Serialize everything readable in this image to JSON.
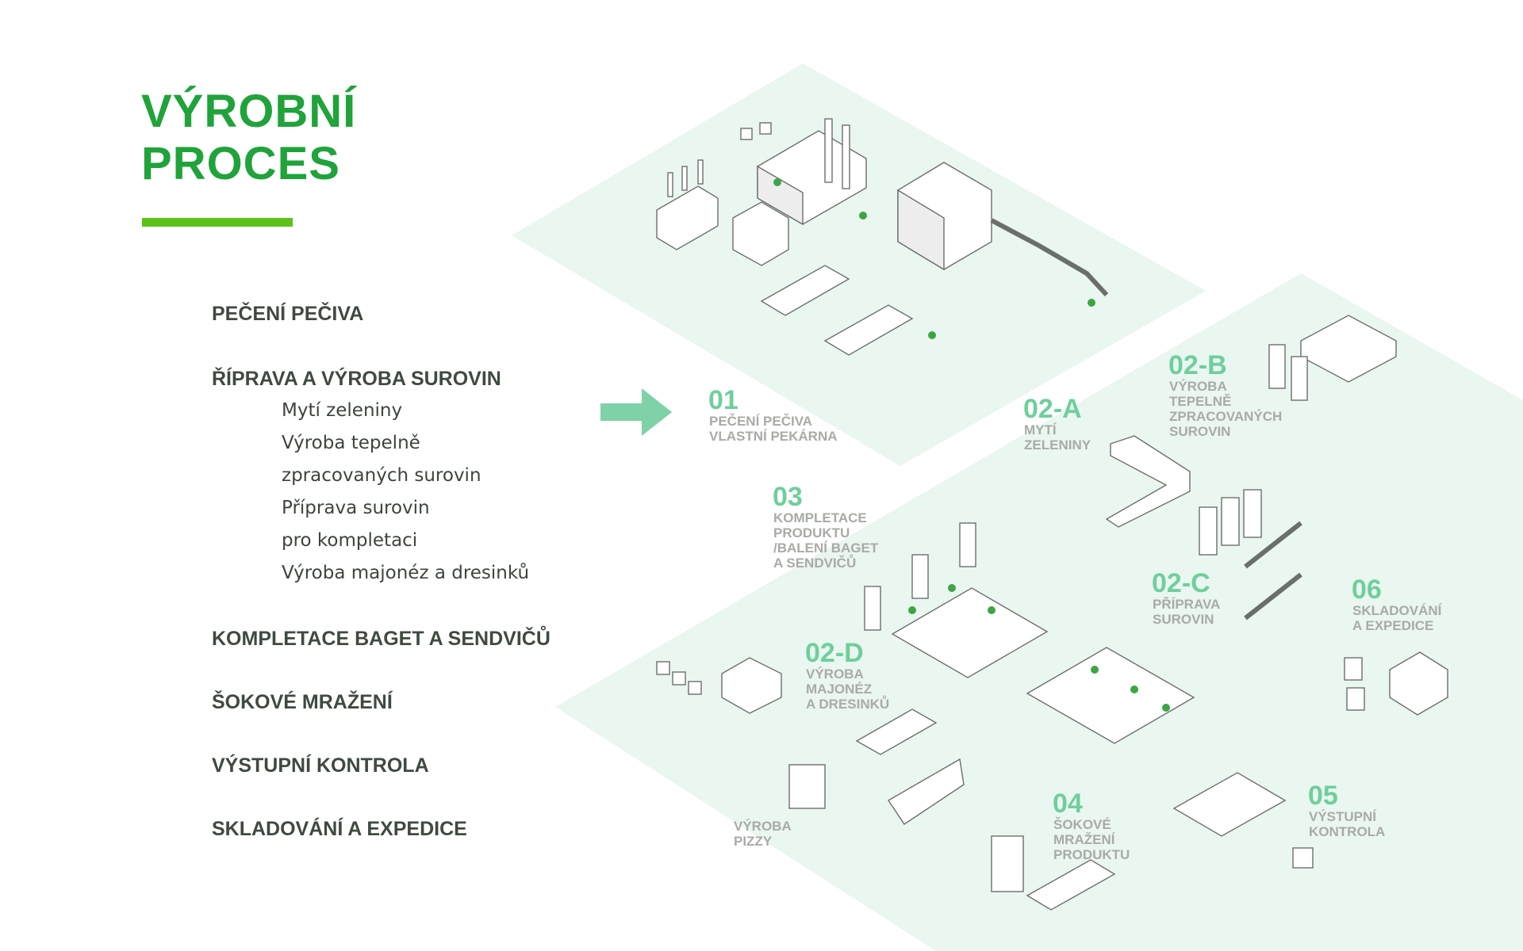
{
  "heading": {
    "line1": "VÝROBNÍ",
    "line2": "PROCES"
  },
  "colors": {
    "title": "#1fa33a",
    "title_rule": "#5cc21a",
    "text": "#3f4a40",
    "arrow": "#7fd1a8",
    "floor": "#eaf6f0",
    "stage_number": "#6fcf9c",
    "stage_label": "#a8aba6",
    "worker": "#3ea544"
  },
  "process_list": {
    "baking": "PEČENÍ PEČIVA",
    "preparation": "ŘÍPRAVA A VÝROBA SUROVIN",
    "preparation_items": [
      "Mytí zeleniny",
      "Výroba tepelně",
      "zpracovaných surovin",
      "Příprava surovin",
      "pro kompletaci",
      "Výroba majonéz a dresinků"
    ],
    "assembly": "KOMPLETACE BAGET A SENDVIČŮ",
    "freezing": "ŠOKOVÉ MRAŽENÍ",
    "inspection": "VÝSTUPNÍ KONTROLA",
    "storage": "SKLADOVÁNÍ A EXPEDICE"
  },
  "stages": {
    "s01": {
      "number": "01",
      "lines": [
        "PEČENÍ PEČIVA",
        "VLASTNÍ PEKÁRNA"
      ]
    },
    "s02a": {
      "number": "02-A",
      "lines": [
        "MYTÍ",
        "ZELENINY"
      ]
    },
    "s02b": {
      "number": "02-B",
      "lines": [
        "VÝROBA",
        "TEPELNĚ",
        "ZPRACOVANÝCH",
        "SUROVIN"
      ]
    },
    "s02c": {
      "number": "02-C",
      "lines": [
        "PŘÍPRAVA",
        "SUROVIN"
      ]
    },
    "s02d": {
      "number": "02-D",
      "lines": [
        "VÝROBA",
        "MAJONÉZ",
        "A DRESINKŮ"
      ]
    },
    "s03": {
      "number": "03",
      "lines": [
        "KOMPLETACE",
        "PRODUKTU",
        "/BALENÍ BAGET",
        "A SENDVIČŮ"
      ]
    },
    "s04": {
      "number": "04",
      "lines": [
        "ŠOKOVÉ",
        "MRAŽENÍ",
        "PRODUKTU"
      ]
    },
    "s05": {
      "number": "05",
      "lines": [
        "VÝSTUPNÍ",
        "KONTROLA"
      ]
    },
    "s06": {
      "number": "06",
      "lines": [
        "SKLADOVÁNÍ",
        "A EXPEDICE"
      ]
    },
    "pizza": {
      "lines": [
        "VÝROBA",
        "PIZZY"
      ]
    }
  },
  "icons": {
    "flow_arrow": "right-arrow-icon"
  }
}
